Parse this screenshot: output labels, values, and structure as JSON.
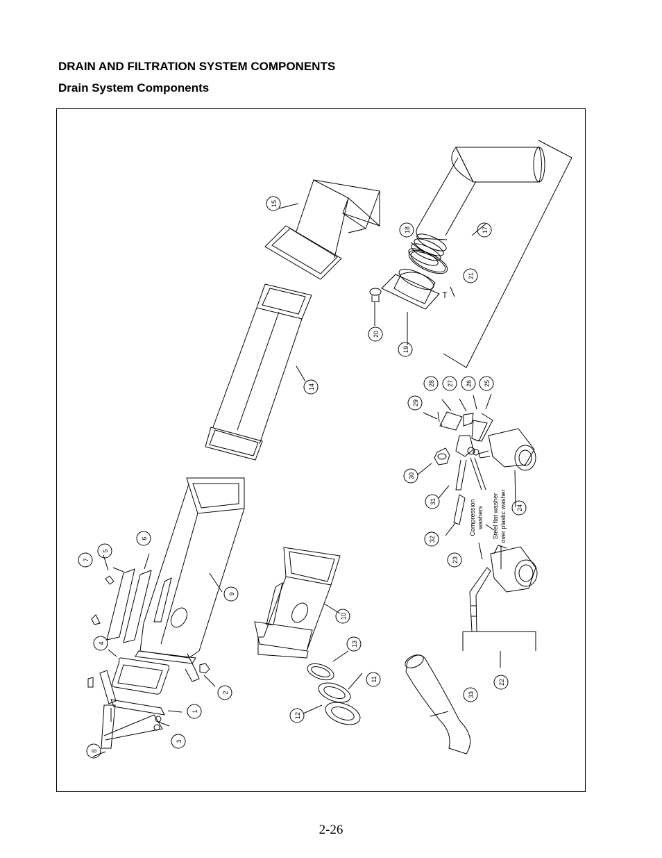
{
  "page": {
    "section_title": "DRAIN AND FILTRATION SYSTEM COMPONENTS",
    "subsection_title": "Drain System Components",
    "page_number": "2-26"
  },
  "diagram": {
    "callouts": [
      {
        "id": "c1",
        "label": "1"
      },
      {
        "id": "c2",
        "label": "2"
      },
      {
        "id": "c3",
        "label": "3"
      },
      {
        "id": "c4",
        "label": "4"
      },
      {
        "id": "c5",
        "label": "5"
      },
      {
        "id": "c6",
        "label": "6"
      },
      {
        "id": "c7",
        "label": "7"
      },
      {
        "id": "c8",
        "label": "8"
      },
      {
        "id": "c9",
        "label": "9"
      },
      {
        "id": "c10",
        "label": "10"
      },
      {
        "id": "c11",
        "label": "11"
      },
      {
        "id": "c12",
        "label": "12"
      },
      {
        "id": "c13",
        "label": "13"
      },
      {
        "id": "c14",
        "label": "14"
      },
      {
        "id": "c15",
        "label": "15"
      },
      {
        "id": "c17",
        "label": "17"
      },
      {
        "id": "c18",
        "label": "18"
      },
      {
        "id": "c19",
        "label": "19"
      },
      {
        "id": "c20",
        "label": "20"
      },
      {
        "id": "c21",
        "label": "21"
      },
      {
        "id": "c22",
        "label": "22"
      },
      {
        "id": "c23",
        "label": "23"
      },
      {
        "id": "c24",
        "label": "24"
      },
      {
        "id": "c25",
        "label": "25"
      },
      {
        "id": "c26",
        "label": "26"
      },
      {
        "id": "c27",
        "label": "27"
      },
      {
        "id": "c28",
        "label": "28"
      },
      {
        "id": "c29",
        "label": "29"
      },
      {
        "id": "c30",
        "label": "30"
      },
      {
        "id": "c31",
        "label": "31"
      },
      {
        "id": "c32",
        "label": "32"
      },
      {
        "id": "c33",
        "label": "33"
      }
    ],
    "notes": {
      "compression_line1": "Compression",
      "compression_line2": "washers",
      "steel_line1": "Steel flat washer",
      "steel_line2": "over plastic washer"
    }
  }
}
